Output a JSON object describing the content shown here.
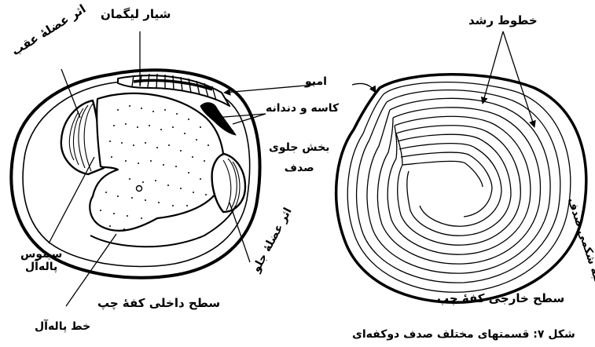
{
  "figure": {
    "caption": "شکل ۷: قسمتهای مختلف صدف دوکفه‌ای",
    "left_view": {
      "title": "سطح داخلی کفهٔ چپ",
      "labels": {
        "ligament_groove": "شیار لیگمان",
        "posterior_muscle_scar": "اثر عضلهٔ عقب",
        "pallial_sinus": [
          "سینوس",
          "پاله‌آل"
        ],
        "pallial_line": "خط پاله‌آل",
        "anterior_muscle_scar": "اثر عضلهٔ جلو",
        "umbo": "امبو",
        "hinge_teeth": "کاسه و دندانه",
        "anterior_part": [
          "بخش جلوی",
          "صدف"
        ]
      }
    },
    "right_view": {
      "title": "سطح خارجی کفهٔ چپ",
      "labels": {
        "growth_lines": "خطوط رشد",
        "ventral_margin": "لبهٔ شکمی صدف"
      }
    }
  }
}
